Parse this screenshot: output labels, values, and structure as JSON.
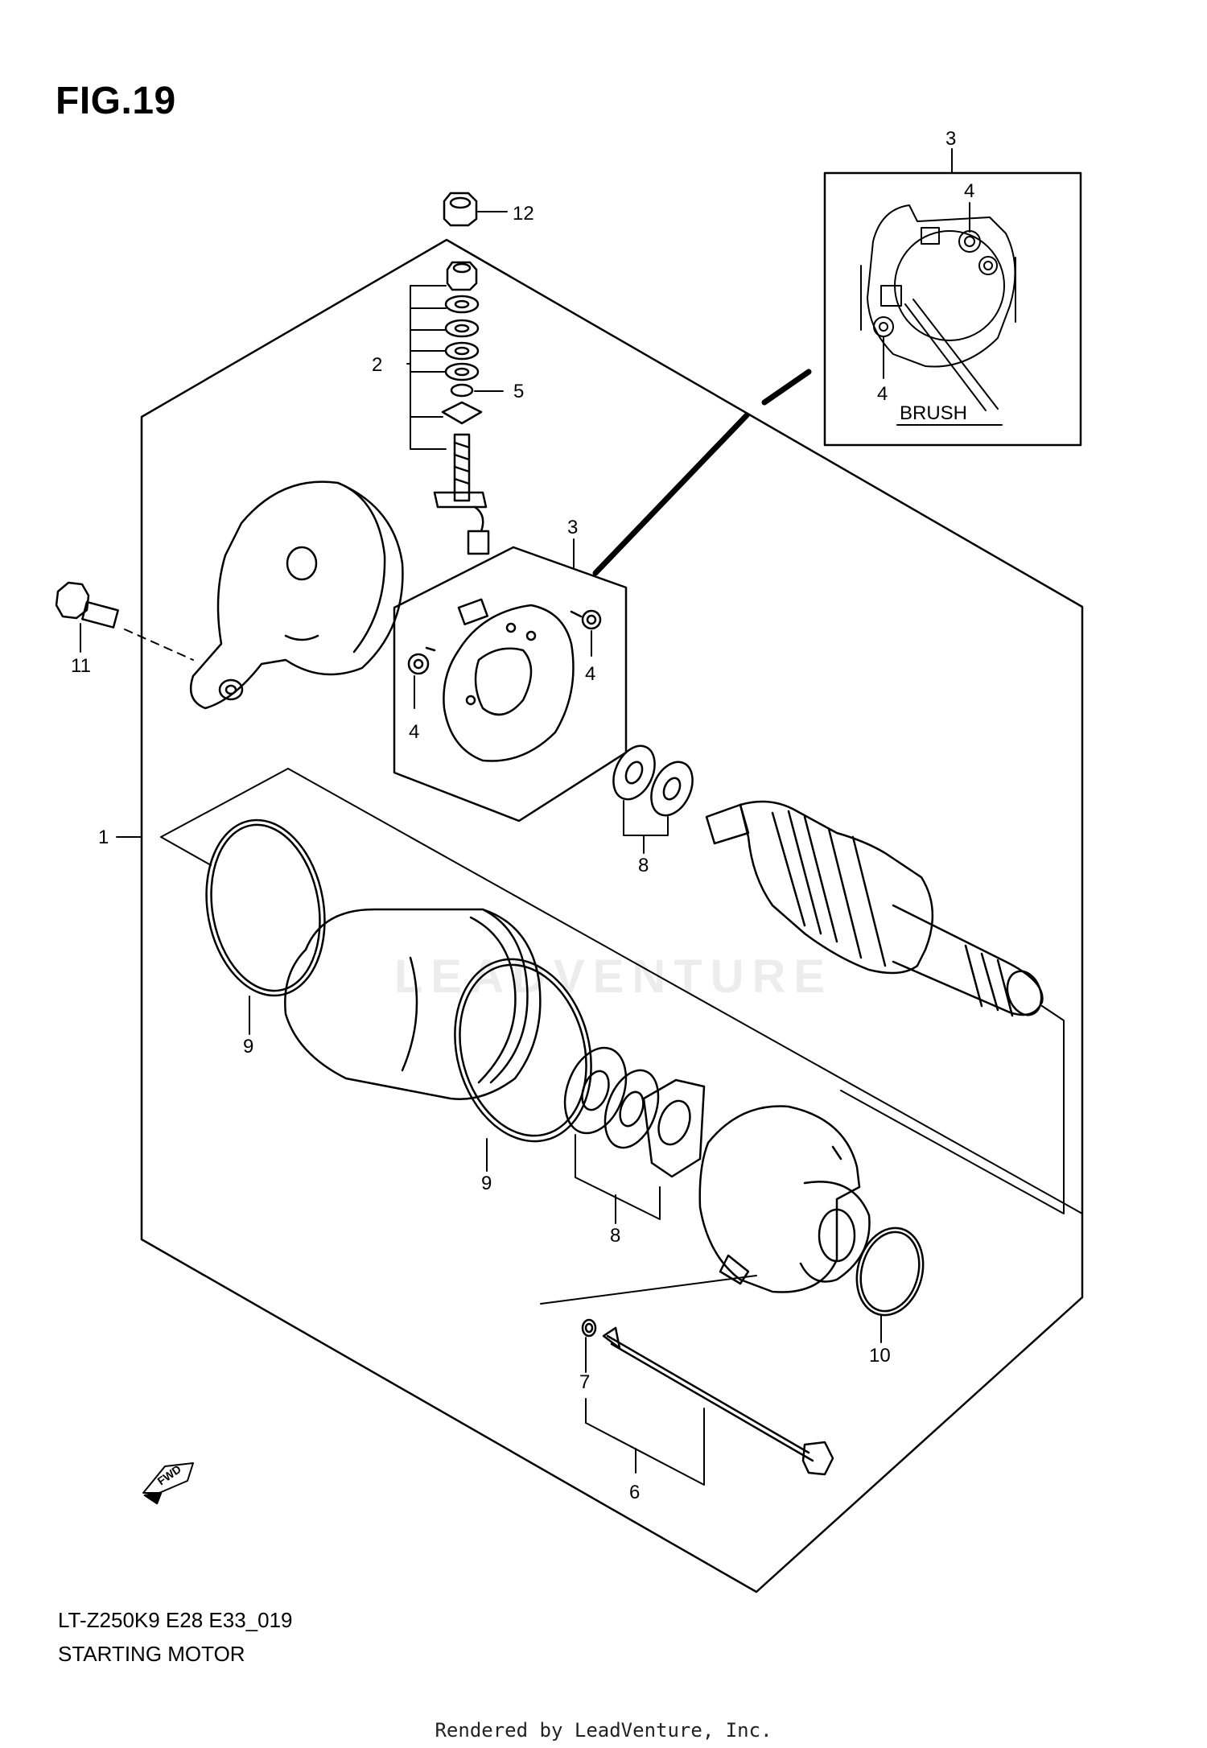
{
  "figure": {
    "title": "FIG.19"
  },
  "callouts": [
    {
      "id": "c1",
      "text": "1"
    },
    {
      "id": "c2",
      "text": "2"
    },
    {
      "id": "c3a",
      "text": "3"
    },
    {
      "id": "c3b",
      "text": "3"
    },
    {
      "id": "c4a",
      "text": "4"
    },
    {
      "id": "c4b",
      "text": "4"
    },
    {
      "id": "c4c",
      "text": "4"
    },
    {
      "id": "c4d",
      "text": "4"
    },
    {
      "id": "c5",
      "text": "5"
    },
    {
      "id": "c6",
      "text": "6"
    },
    {
      "id": "c7",
      "text": "7"
    },
    {
      "id": "c8a",
      "text": "8"
    },
    {
      "id": "c8b",
      "text": "8"
    },
    {
      "id": "c9a",
      "text": "9"
    },
    {
      "id": "c9b",
      "text": "9"
    },
    {
      "id": "c10",
      "text": "10"
    },
    {
      "id": "c11",
      "text": "11"
    },
    {
      "id": "c12",
      "text": "12"
    }
  ],
  "inset": {
    "label": "BRUSH"
  },
  "fwd_label": "FWD",
  "watermark": "LEADVENTURE",
  "footer": {
    "code": "LT-Z250K9 E28 E33_019",
    "name": "STARTING MOTOR",
    "rendered_by": "Rendered by LeadVenture, Inc."
  }
}
